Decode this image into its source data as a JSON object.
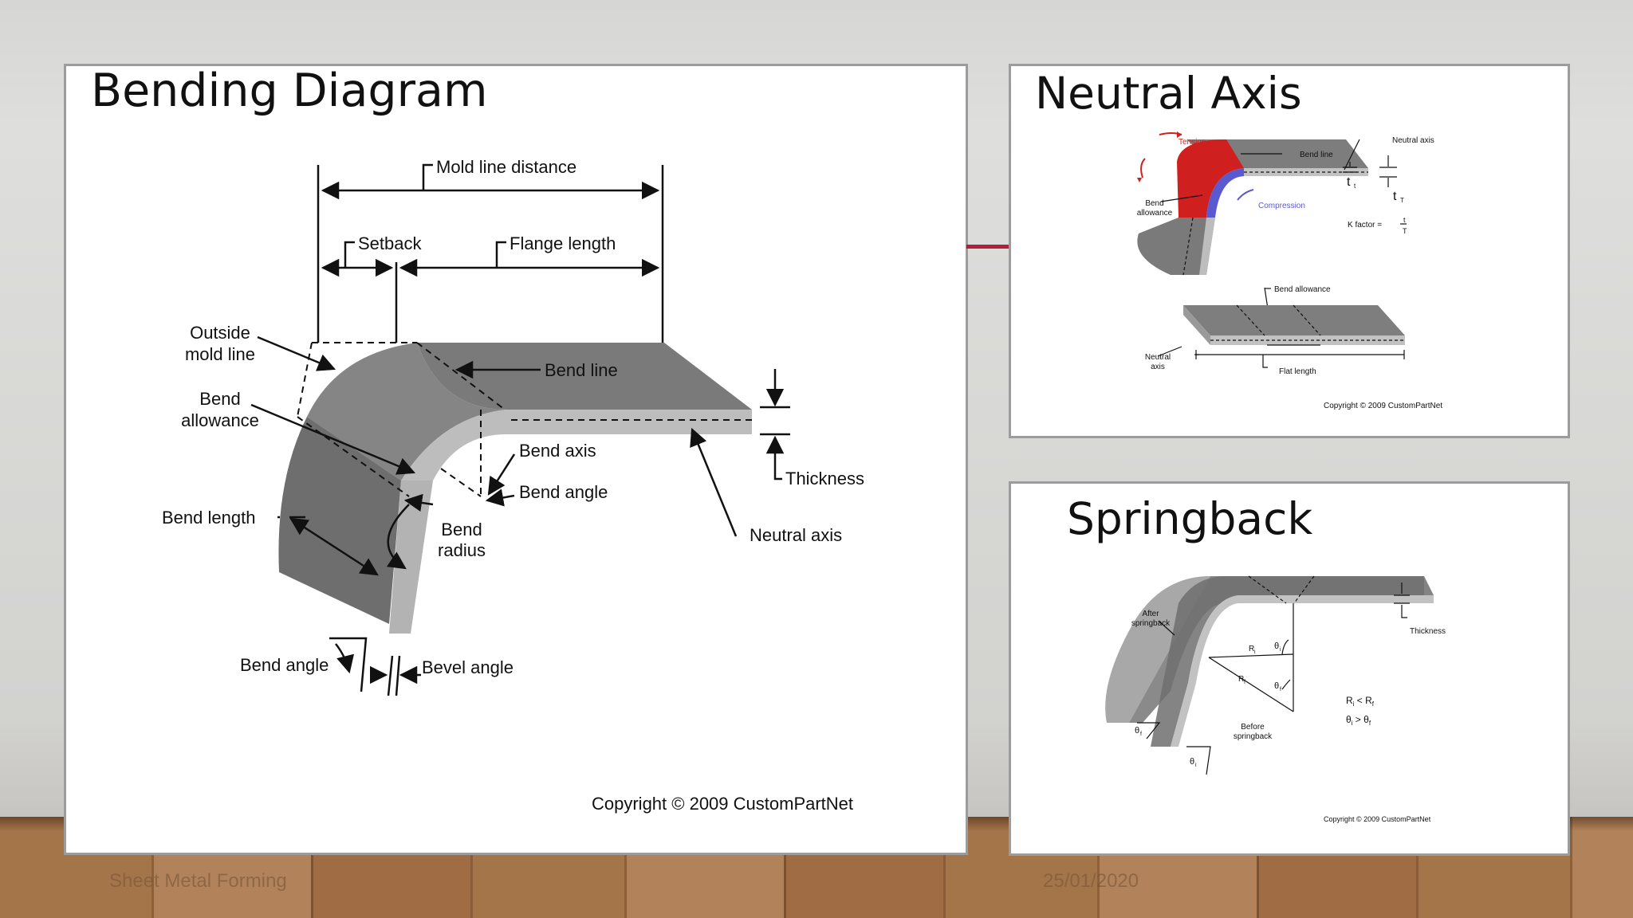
{
  "slide": {
    "footer_left": "Sheet Metal Forming",
    "footer_date": "25/01/2020"
  },
  "bending": {
    "title": "Bending Diagram",
    "labels": {
      "mold_line_distance": "Mold line distance",
      "setback": "Setback",
      "flange_length": "Flange length",
      "outside_mold_line_1": "Outside",
      "outside_mold_line_2": "mold line",
      "bend_line": "Bend line",
      "bend_allowance_1": "Bend",
      "bend_allowance_2": "allowance",
      "bend_axis": "Bend axis",
      "bend_angle": "Bend angle",
      "thickness": "Thickness",
      "bend_length": "Bend length",
      "bend_radius_1": "Bend",
      "bend_radius_2": "radius",
      "neutral_axis": "Neutral axis",
      "bend_angle_bottom": "Bend angle",
      "bevel_angle": "Bevel angle"
    },
    "copyright": "Copyright © 2009 CustomPartNet"
  },
  "neutral": {
    "title": "Neutral Axis",
    "labels": {
      "tension": "Tension",
      "bend_line": "Bend line",
      "neutral_axis": "Neutral axis",
      "bend_allowance_1": "Bend",
      "bend_allowance_2": "allowance",
      "compression": "Compression",
      "k_factor": "K factor =",
      "k_num": "t",
      "k_den": "T",
      "t_small": "t",
      "t_small_sub": "t",
      "t_big": "t",
      "t_big_sub": "T",
      "bend_allowance_flat": "Bend allowance",
      "neutral_axis_flat_1": "Neutral",
      "neutral_axis_flat_2": "axis",
      "flat_length": "Flat length"
    },
    "copyright": "Copyright © 2009 CustomPartNet"
  },
  "springback": {
    "title": "Springback",
    "labels": {
      "after_1": "After",
      "after_2": "springback",
      "thickness": "Thickness",
      "ri": "R",
      "ri_sub": "i",
      "rf": "R",
      "rf_sub": "f",
      "theta_i": "θ",
      "theta_i_sub": "i",
      "theta_f": "θ",
      "theta_f_sub": "f",
      "rel1": "R",
      "rel1_a": "i",
      "rel1_op": " < R",
      "rel1_b": "f",
      "rel2": "θ",
      "rel2_a": "i",
      "rel2_op": " > θ",
      "rel2_b": "f",
      "before_1": "Before",
      "before_2": "springback",
      "theta_f_left": "θ",
      "theta_f_left_sub": "f",
      "theta_i_bottom": "θ",
      "theta_i_bottom_sub": "i"
    },
    "copyright": "Copyright © 2009 CustomPartNet"
  }
}
